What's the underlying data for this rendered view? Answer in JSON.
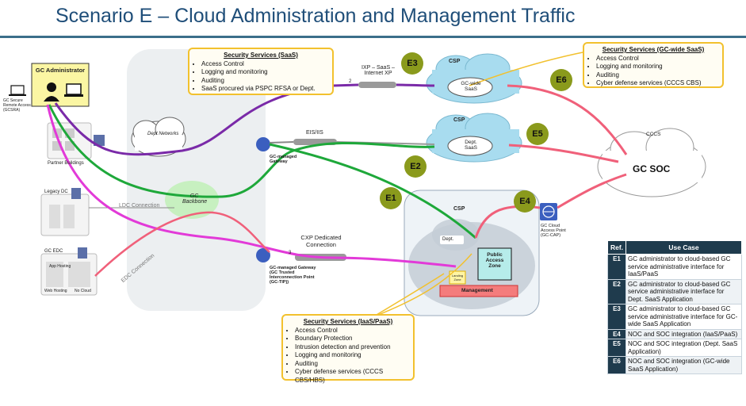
{
  "title": "Scenario E – Cloud Administration and Management Traffic",
  "colors": {
    "title": "#1f4e79",
    "purple_path": "#7a2aa8",
    "green_path": "#1ea83a",
    "pink_path": "#f0607a",
    "magenta_path": "#e23ad8",
    "gray_path": "#9a9a9a",
    "tag_fill": "#8a9a1c",
    "cloud_csp": "#a8dcef",
    "sec_border": "#f2c12e"
  },
  "left": {
    "gc_admin_label": "GC Administrator",
    "remote_access_label": "GC Secure Remote Access (GCSRA)",
    "partner_buildings_label": "Partner Buildings",
    "legacy_dc_label": "Legacy DC",
    "gc_edc_label": "GC EDC",
    "app_hosting_label": "App Hosting",
    "web_hosting_label": "Web Hosting",
    "ns_cloud_label": "No Cloud"
  },
  "middle": {
    "dept_networks_label": "Dept Networks",
    "gc_backbone_label": "GC Backbone",
    "ldc_connection_label": "LDC Connection",
    "edc_connection_label": "EDC Connection",
    "gc_managed_gateway_top": "GC-managed Gateway",
    "gc_managed_gateway_bottom": "GC-managed Gateway (GC Trusted Interconnection Point (GC-TIP))",
    "eis_iis_label": "EIS/IIS",
    "ixp_label": "IXP – SaaS – Internet XP",
    "ixp_num": "2",
    "cxp_label": "CXP Dedicated Connection",
    "cxp_num": "3"
  },
  "security_saas": {
    "title": "Security Services (SaaS)",
    "items": [
      "Access Control",
      "Logging and monitoring",
      "Auditing",
      "SaaS procured via PSPC RFSA or Dept."
    ]
  },
  "security_gcwide": {
    "title": "Security Services (GC-wide SaaS)",
    "items": [
      "Access Control",
      "Logging and monitoring",
      "Auditing",
      "Cyber defense services (CCCS CBS)"
    ]
  },
  "security_iaas": {
    "title": "Security Services (IaaS/PaaS)",
    "items": [
      "Access Control",
      "Boundary Protection",
      "Intrusion detection and prevention",
      "Logging and monitoring",
      "Auditing",
      "Cyber defense services (CCCS CBS/HBS)"
    ]
  },
  "csp": {
    "csp1_label": "CSP",
    "gcwide_saas_label": "GC-wide SaaS",
    "csp2_label": "CSP",
    "dept_saas_label": "Dept. SaaS",
    "csp3_label": "CSP",
    "dept_label": "Dept.",
    "public_access_zone_label": "Public Access Zone",
    "management_label": "Management",
    "landing_zone_label": "Landing Zone"
  },
  "cccs": {
    "label": "CCCS",
    "gc_soc_label": "GC SOC",
    "gc_cap_label": "GC Cloud Access Point (GC-CAP)"
  },
  "tags": [
    "E1",
    "E2",
    "E3",
    "E4",
    "E5",
    "E6"
  ],
  "use_case_table": {
    "headers": [
      "Ref.",
      "Use Case"
    ],
    "rows": [
      {
        "ref": "E1",
        "text": "GC administrator to cloud-based GC service administrative interface for IaaS/PaaS"
      },
      {
        "ref": "E2",
        "text": "GC administrator to cloud-based GC service administrative interface for Dept. SaaS Application"
      },
      {
        "ref": "E3",
        "text": "GC administrator to cloud-based GC service administrative interface for GC-wide SaaS Application"
      },
      {
        "ref": "E4",
        "text": "NOC and SOC integration (IaaS/PaaS)"
      },
      {
        "ref": "E5",
        "text": "NOC and SOC integration (Dept. SaaS Application)"
      },
      {
        "ref": "E6",
        "text": "NOC and SOC integration (GC-wide SaaS Application)"
      }
    ]
  }
}
